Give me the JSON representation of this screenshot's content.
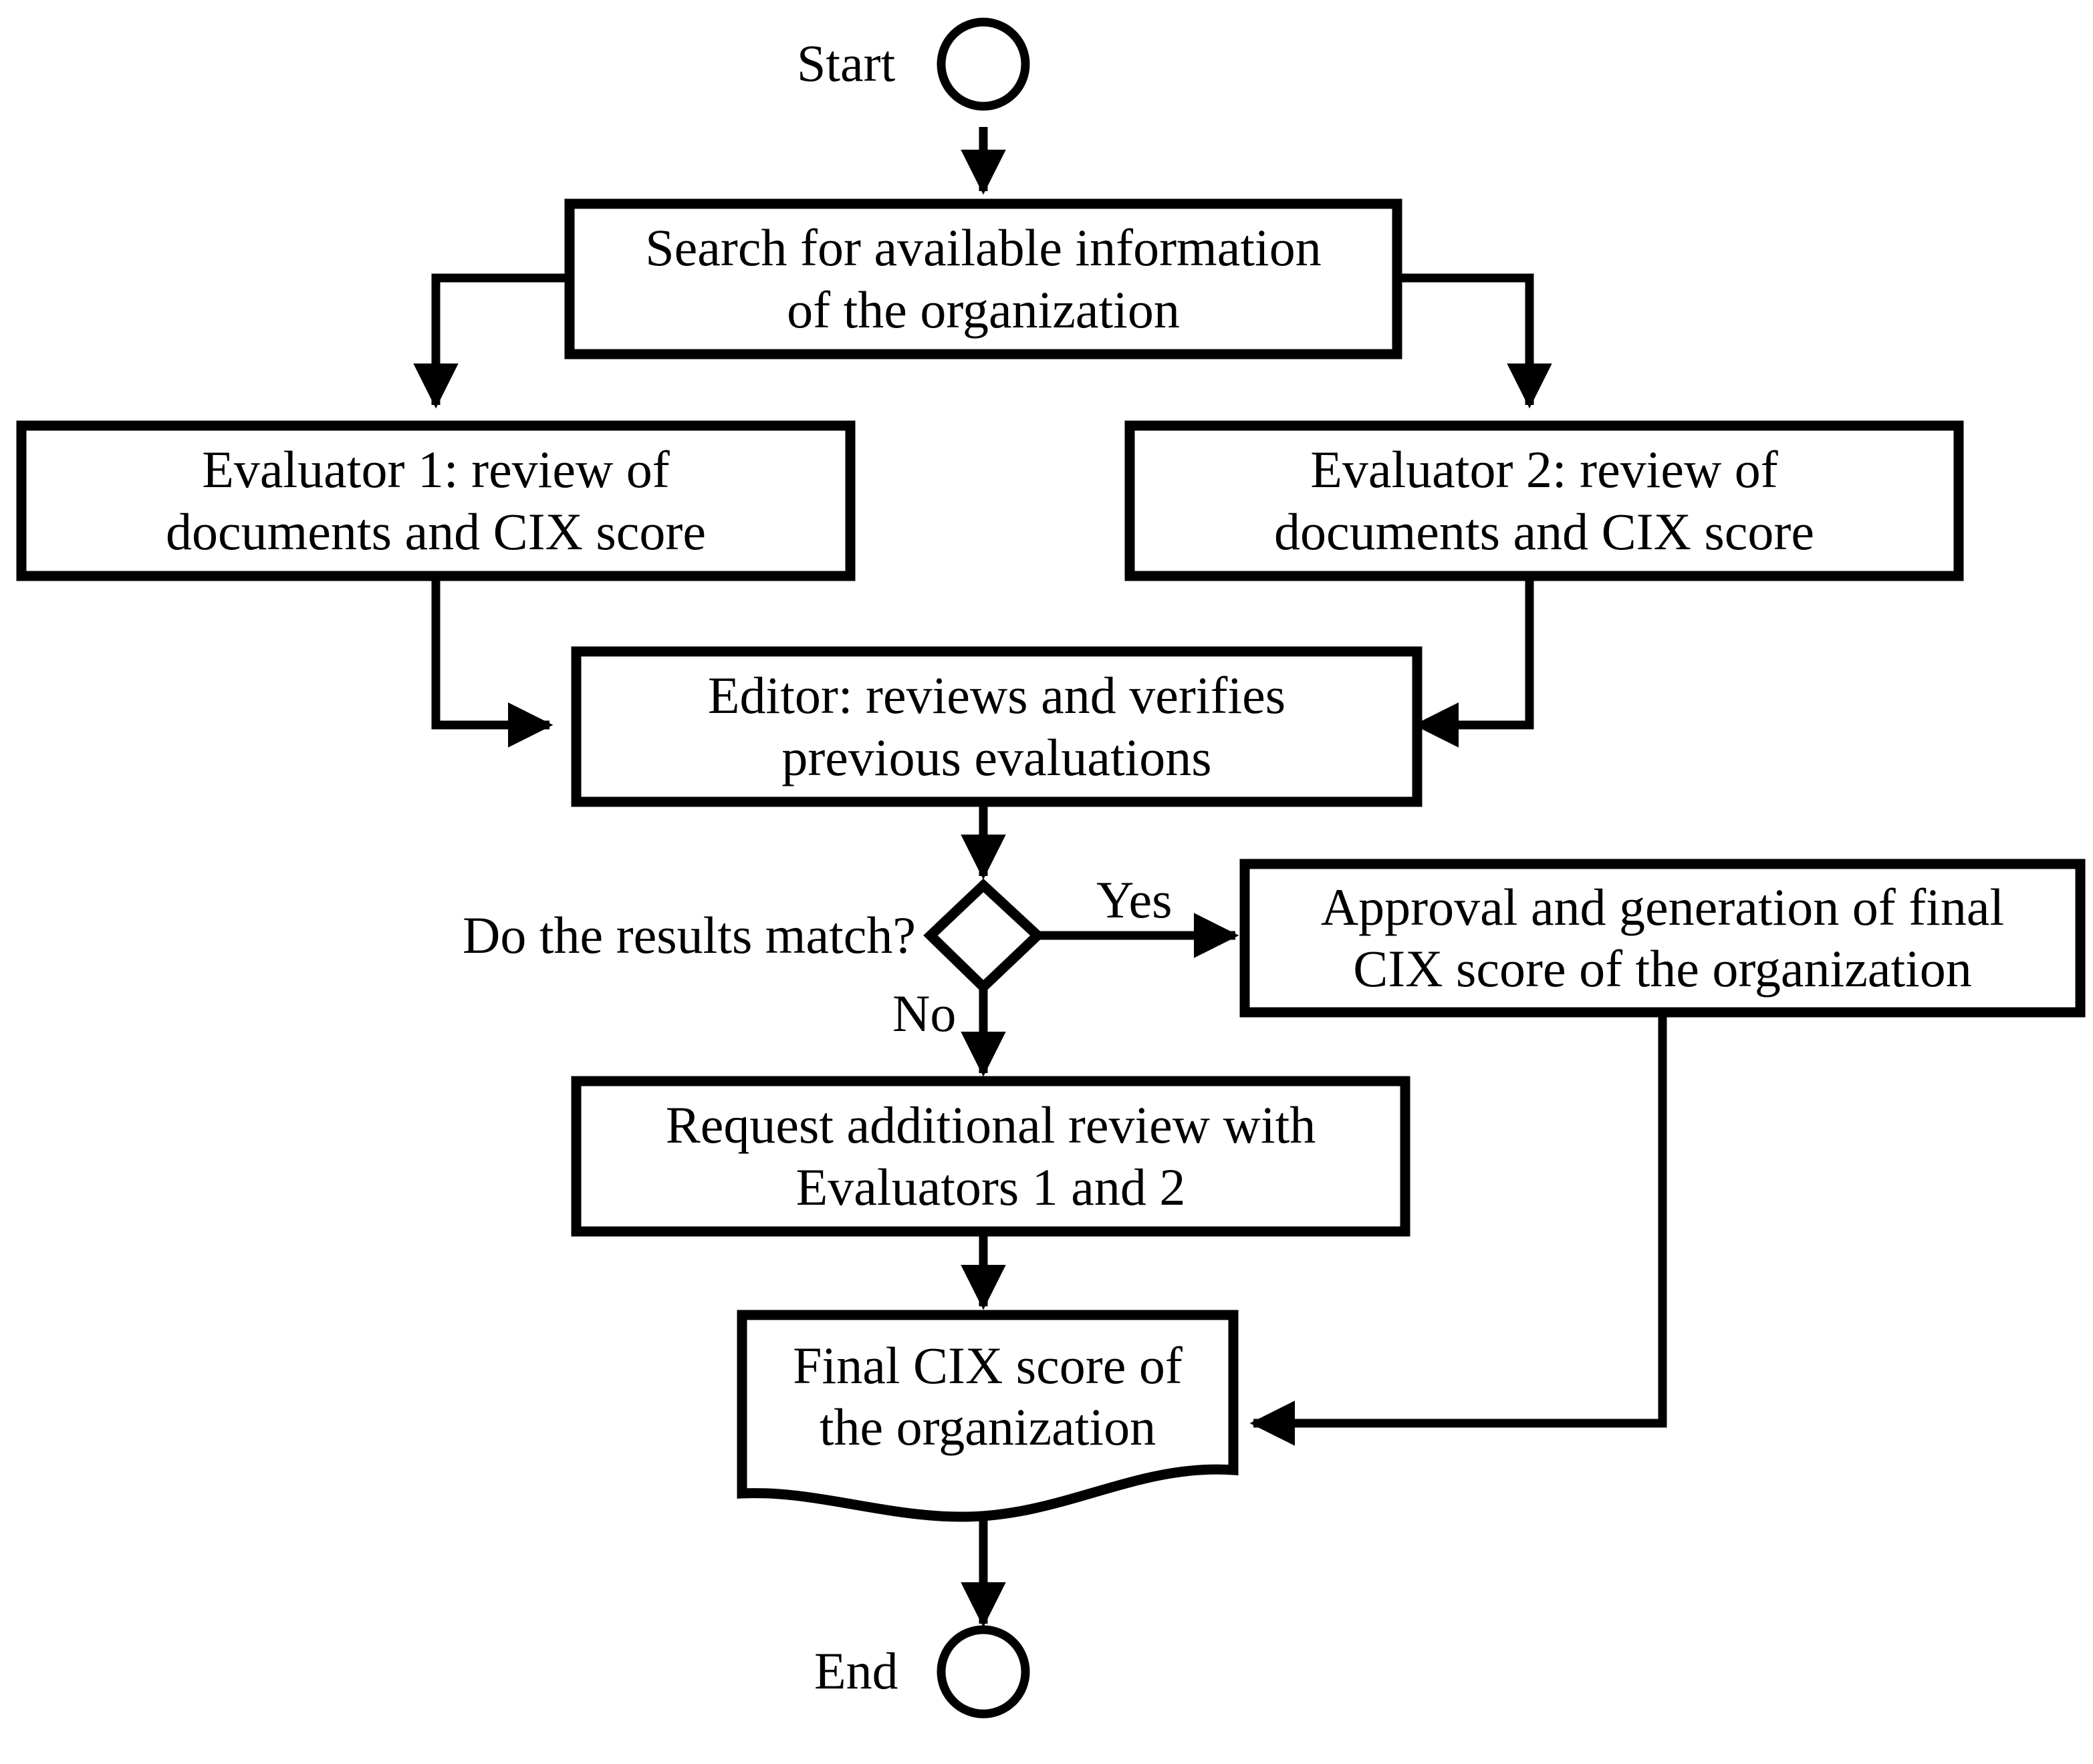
{
  "diagram": {
    "title": "CIX evaluation workflow flowchart",
    "background_color": "#ffffff",
    "stroke_color": "#000000",
    "fill_color": "#ffffff"
  },
  "terminators": {
    "start": {
      "label": "Start"
    },
    "end": {
      "label": "End"
    }
  },
  "nodes": {
    "search": {
      "line1": "Search for available information",
      "line2": "of the organization"
    },
    "evaluator1": {
      "line1": "Evaluator 1: review of",
      "line2": "documents and CIX score"
    },
    "evaluator2": {
      "line1": "Evaluator 2: review of",
      "line2": "documents and CIX score"
    },
    "editor": {
      "line1": "Editor: reviews and verifies",
      "line2": "previous evaluations"
    },
    "decision": {
      "label": "Do the results match?"
    },
    "approval": {
      "line1": "Approval and generation of final",
      "line2": "CIX score of the organization"
    },
    "request_review": {
      "line1": "Request additional review with",
      "line2": "Evaluators 1 and 2"
    },
    "final_document": {
      "line1": "Final CIX score of",
      "line2": "the organization"
    }
  },
  "edge_labels": {
    "yes": "Yes",
    "no": "No"
  }
}
